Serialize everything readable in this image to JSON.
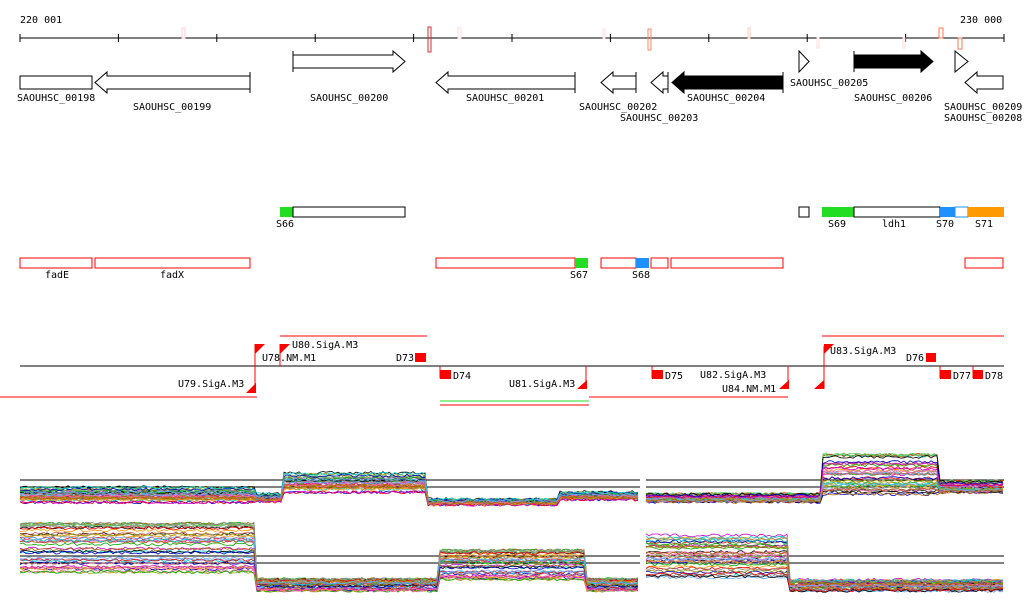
{
  "ruler": {
    "start_label": "220 001",
    "end_label": "230 000"
  },
  "genes": [
    {
      "id": "SAOUHSC_00198"
    },
    {
      "id": "SAOUHSC_00199"
    },
    {
      "id": "SAOUHSC_00200"
    },
    {
      "id": "SAOUHSC_00201"
    },
    {
      "id": "SAOUHSC_00202"
    },
    {
      "id": "SAOUHSC_00203"
    },
    {
      "id": "SAOUHSC_00204"
    },
    {
      "id": "SAOUHSC_00205"
    },
    {
      "id": "SAOUHSC_00206"
    },
    {
      "id": "SAOUHSC_00208"
    },
    {
      "id": "SAOUHSC_00209"
    }
  ],
  "features_top": [
    "S66",
    "S69",
    "ldh1",
    "S70",
    "S71"
  ],
  "features_red": [
    "fadE",
    "fadX",
    "S67",
    "S68"
  ],
  "promoters": [
    "U78.NM.M1",
    "U80.SigA.M3",
    "D73",
    "U79.SigA.M3",
    "D74",
    "U81.SigA.M3",
    "D75",
    "U82.SigA.M3",
    "U84.NM.M1",
    "U83.SigA.M3",
    "D76",
    "D77",
    "D78"
  ],
  "colors": {
    "green": "#22dd22",
    "blue": "#1e90ff",
    "orange": "#ff9900",
    "red": "#ff0000"
  }
}
